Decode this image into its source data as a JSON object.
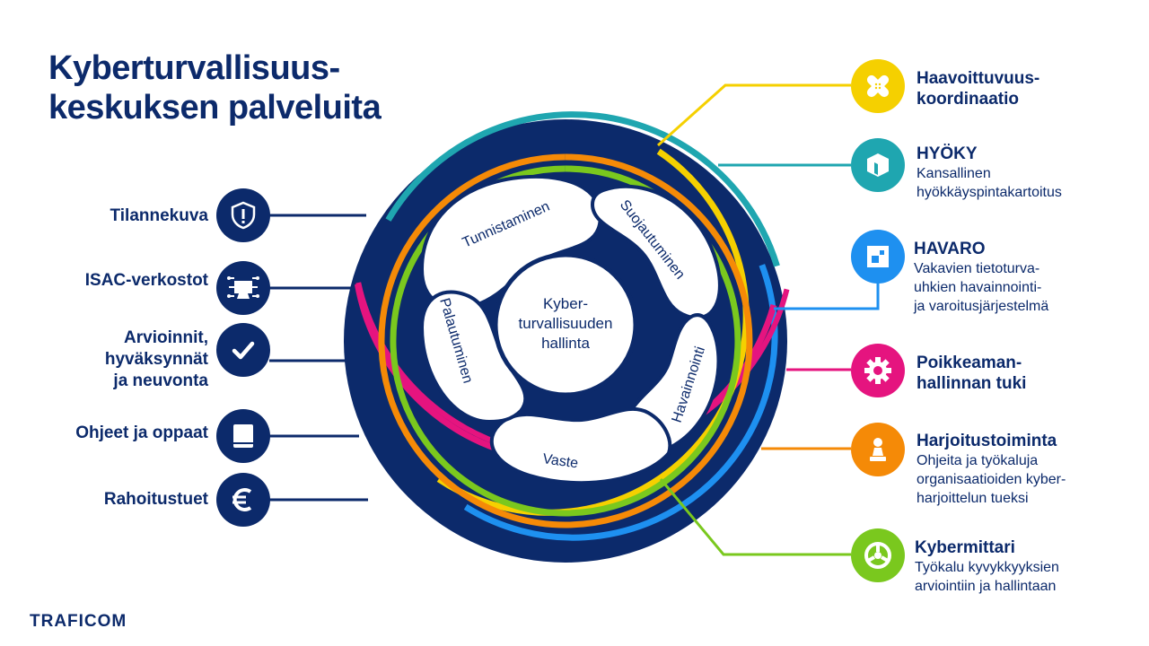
{
  "title": {
    "line1": "Kyberturvallisuus-",
    "line2": "keskuksen palveluita"
  },
  "center": {
    "line1": "Kyber-",
    "line2": "turvallisuuden",
    "line3": "hallinta"
  },
  "petals": {
    "tunnistaminen": "Tunnistaminen",
    "suojautuminen": "Suojautuminen",
    "havainnointi": "Havainnointi",
    "vaste": "Vaste",
    "palautuminen": "Palautuminen"
  },
  "left_services": {
    "tilannekuva": {
      "label1": "Tilannekuva",
      "icon": "shield-alert-icon"
    },
    "isac": {
      "label1": "ISAC-verkostot",
      "icon": "network-screen-icon"
    },
    "arvioinnit": {
      "label1": "Arvioinnit,",
      "label2": "hyväksynnät",
      "label3": "ja neuvonta",
      "icon": "checkmark-icon"
    },
    "ohjeet": {
      "label1": "Ohjeet ja oppaat",
      "icon": "book-icon"
    },
    "rahoitus": {
      "label1": "Rahoitustuet",
      "icon": "euro-icon"
    }
  },
  "right_services": {
    "haavoittuvuus": {
      "title1": "Haavoittuvuus-",
      "title2": "koordinaatio",
      "icon": "bandage-icon",
      "color": "#f5d000"
    },
    "hyoky": {
      "title1": "HYÖKY",
      "desc1": "Kansallinen",
      "desc2": "hyökkäyspintakartoitus",
      "icon": "cube-icon",
      "color": "#1fa6b0"
    },
    "havaro": {
      "title1": "HAVARO",
      "desc1": "Vakavien tietoturva-",
      "desc2": "uhkien havainnointi-",
      "desc3": "ja varoitusjärjestelmä",
      "icon": "sensor-square-icon",
      "color": "#1e90f0"
    },
    "poikkeama": {
      "title1": "Poikkeaman-",
      "title2": "hallinnan tuki",
      "icon": "gear-icon",
      "color": "#e5147f"
    },
    "harjoitus": {
      "title1": "Harjoitustoiminta",
      "desc1": "Ohjeita ja työkaluja",
      "desc2": "organisaatioiden kyber-",
      "desc3": "harjoittelun tueksi",
      "icon": "chess-pawn-icon",
      "color": "#f58a07"
    },
    "kybermittari": {
      "title1": "Kybermittari",
      "desc1": "Työkalu kyvykkyyksien",
      "desc2": "arviointiin ja hallintaan",
      "icon": "gauge-wheel-icon",
      "color": "#7ac81e"
    }
  },
  "colors": {
    "navy": "#0c2a6b",
    "yellow": "#f5d000",
    "teal": "#1fa6b0",
    "blue": "#1e90f0",
    "magenta": "#e5147f",
    "orange": "#f58a07",
    "green": "#7ac81e"
  },
  "logo": "TRAFICOM"
}
